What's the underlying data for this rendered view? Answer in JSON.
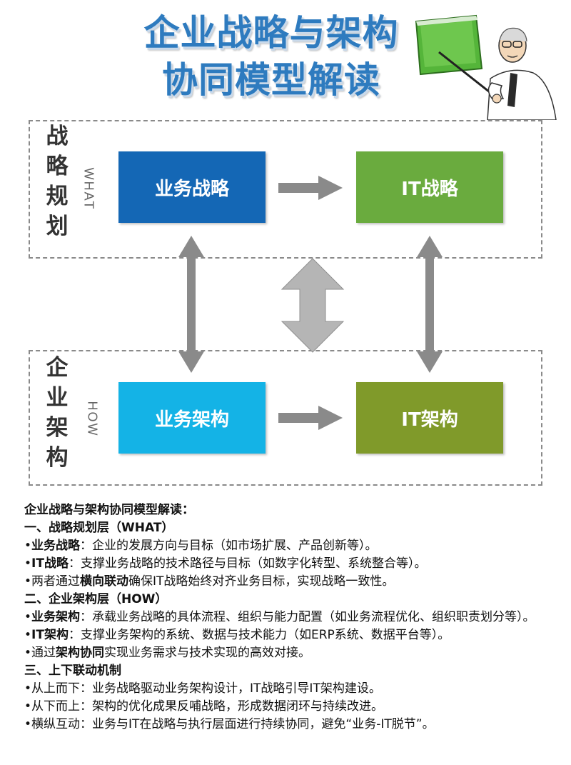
{
  "title": {
    "line1": "企业战略与架构",
    "line2": "协同模型解读"
  },
  "top_layer": {
    "label_chars": [
      "战",
      "略",
      "规",
      "划"
    ],
    "tag": "WHAT",
    "left_box": "业务战略",
    "right_box": "IT战略"
  },
  "bottom_layer": {
    "label_chars": [
      "企",
      "业",
      "架",
      "构"
    ],
    "tag": "HOW",
    "left_box": "业务架构",
    "right_box": "IT架构"
  },
  "colors": {
    "biz_strategy": "#1467b5",
    "it_strategy": "#6aab3e",
    "biz_arch": "#14b3e6",
    "it_arch": "#809a2a",
    "arrow": "#8a8a8a",
    "center_arrow": "#b5b5b5",
    "title": "#2e7bbf"
  },
  "description": {
    "heading": "企业战略与架构协同模型解读：",
    "sec1_title": "一、战略规划层（WHAT）",
    "s1_b1_label": "业务战略",
    "s1_b1_text": "：企业的发展方向与目标（如市场扩展、产品创新等）。",
    "s1_b2_label": "IT战略",
    "s1_b2_text": "：支撑业务战略的技术路径与目标（如数字化转型、系统整合等）。",
    "s1_b3_pre": "两者通过",
    "s1_b3_bold": "横向联动",
    "s1_b3_post": "确保IT战略始终对齐业务目标，实现战略一致性。",
    "sec2_title": "二、企业架构层（HOW）",
    "s2_b1_label": "业务架构",
    "s2_b1_text": "：承载业务战略的具体流程、组织与能力配置（如业务流程优化、组织职责划分等）。",
    "s2_b2_label": "IT架构",
    "s2_b2_text": "：支撑业务架构的系统、数据与技术能力（如ERP系统、数据平台等）。",
    "s2_b3_pre": "通过",
    "s2_b3_bold": "架构协同",
    "s2_b3_post": "实现业务需求与技术实现的高效对接。",
    "sec3_title": "三、上下联动机制",
    "s3_b1": "从上而下：业务战略驱动业务架构设计，IT战略引导IT架构建设。",
    "s3_b2": "从下而上：架构的优化成果反哺战略，形成数据闭环与持续改进。",
    "s3_b3": "横纵互动：业务与IT在战略与执行层面进行持续协同，避免“业务-IT脱节”。"
  }
}
